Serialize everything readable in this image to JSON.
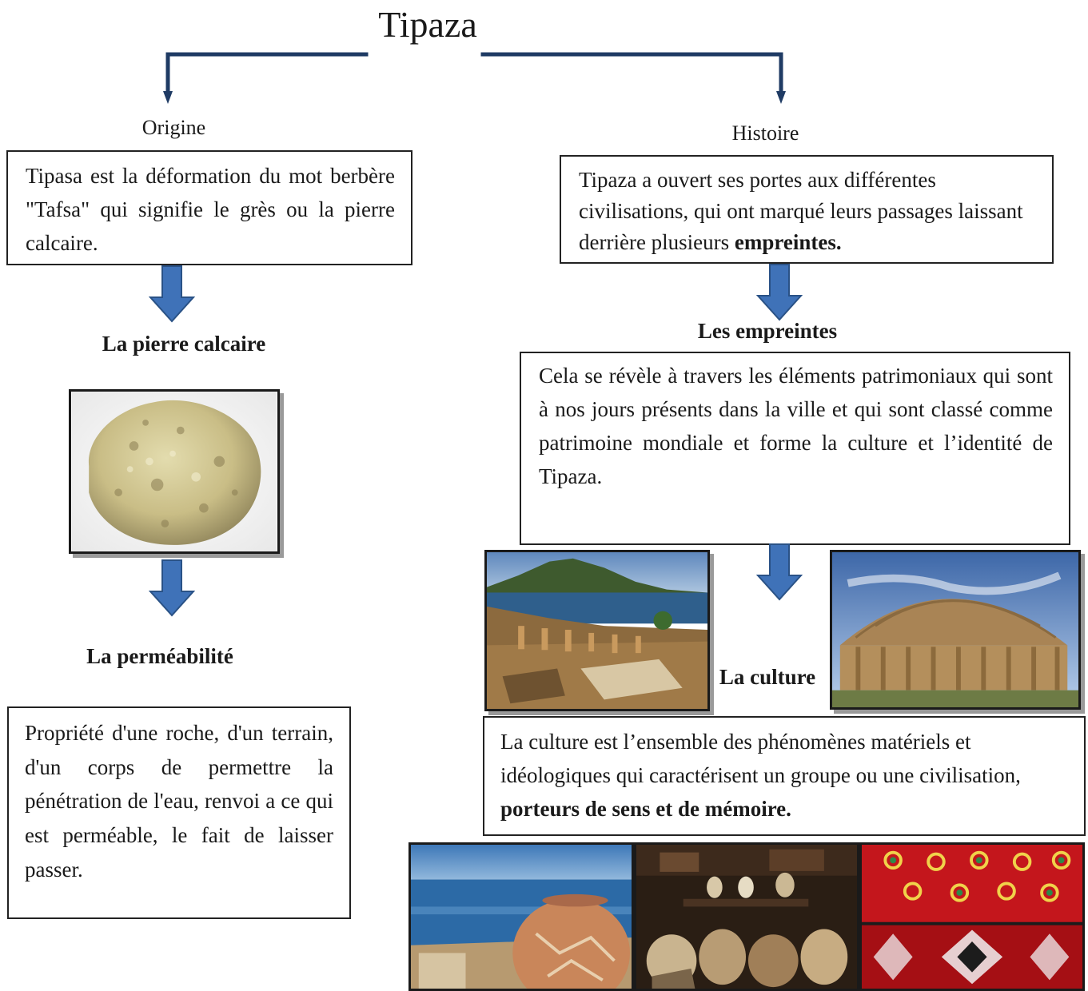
{
  "title": "Tipaza",
  "left": {
    "label": "Origine",
    "box_text": "Tipasa est la déformation du mot berbère \"Tafsa\" qui signifie le grès ou la pierre calcaire.",
    "heading1": "La pierre calcaire",
    "image1": "limestone-rock",
    "heading2": "La perméabilité",
    "definition": "Propriété d'une roche, d'un terrain, d'un corps de permettre la pénétration de l'eau, renvoi a ce qui est perméable, le fait de laisser passer."
  },
  "right": {
    "label": "Histoire",
    "box_text": "Tipaza a ouvert ses portes aux différentes civilisations, qui ont marqué leurs passages laissant derrière plusieurs ",
    "box_bold": "empreintes.",
    "heading": "Les empreintes",
    "empreintes_text": "Cela se révèle à travers les éléments patrimoniaux qui sont à nos jours présents dans la ville et qui sont classé comme patrimoine mondiale et forme la culture et l’identité de Tipaza.",
    "culture_label": "La culture",
    "culture_text": "La culture est l’ensemble des phénomènes matériels et idéologiques qui caractérisent un groupe ou une civilisation, ",
    "culture_bold": "porteurs de sens et de mémoire.",
    "images": [
      "roman-ruins-by-sea",
      "royal-mausoleum",
      "amphora-by-sea",
      "pottery-collection",
      "berber-jewelry-and-carpet"
    ]
  },
  "colors": {
    "connector": "#1f3b64",
    "arrow": "#3f72b8",
    "arrow_outline": "#2a5286"
  }
}
